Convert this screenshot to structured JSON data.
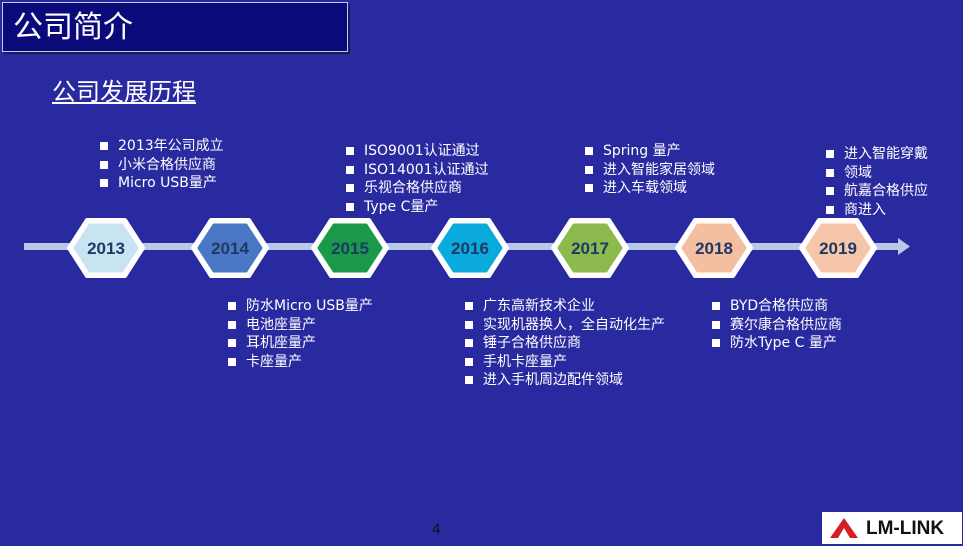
{
  "header": {
    "title": "公司简介"
  },
  "section": {
    "subtitle": "公司发展历程"
  },
  "timeline": {
    "years": [
      {
        "label": "2013",
        "color": "#c8e4f2"
      },
      {
        "label": "2014",
        "color": "#4a78c6"
      },
      {
        "label": "2015",
        "color": "#1a9a48"
      },
      {
        "label": "2016",
        "color": "#0aaadc"
      },
      {
        "label": "2017",
        "color": "#8cba4e"
      },
      {
        "label": "2018",
        "color": "#f6bea0"
      },
      {
        "label": "2019",
        "color": "#f6c6aa"
      }
    ],
    "events": {
      "2013": [
        "2013年公司成立",
        "小米合格供应商",
        "Micro USB量产"
      ],
      "2014": [
        "防水Micro USB量产",
        "电池座量产",
        "耳机座量产",
        "卡座量产"
      ],
      "2015": [
        "ISO9001认证通过",
        "ISO14001认证通过",
        "乐视合格供应商",
        "Type C量产"
      ],
      "2016": [
        "广东高新技术企业",
        "实现机器换人，全自动化生产",
        "锤子合格供应商",
        "手机卡座量产",
        "进入手机周边配件领域"
      ],
      "2017": [
        "Spring 量产",
        "进入智能家居领域",
        "进入车载领域"
      ],
      "2018": [
        "BYD合格供应商",
        "赛尔康合格供应商",
        "防水Type C 量产"
      ],
      "2019": [
        "进入智能穿戴",
        "领域",
        "航嘉合格供应",
        "商进入"
      ]
    }
  },
  "footer": {
    "page": "4",
    "logo_text": "LM-LINK"
  }
}
